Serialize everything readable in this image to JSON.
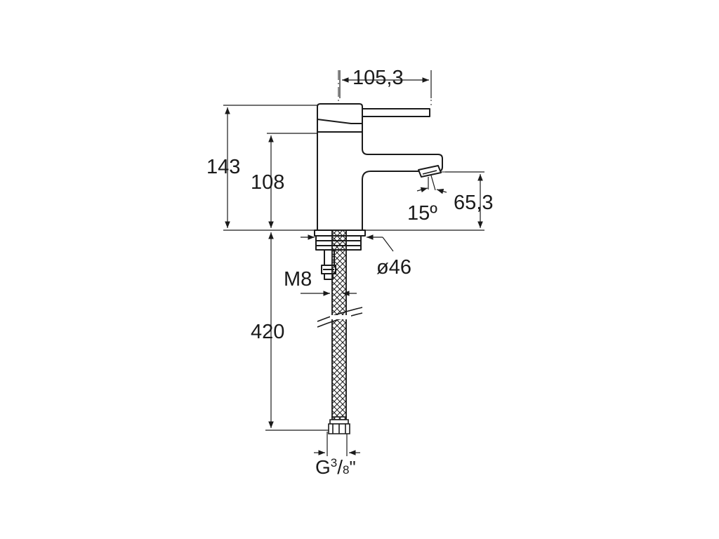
{
  "dimensions": {
    "spout_reach": "105,3",
    "total_height": "143",
    "body_height": "108",
    "outlet_height": "65,3",
    "spout_angle": "15º",
    "base_diameter": "ø46",
    "stud_thread": "M8",
    "hose_length": "420"
  },
  "connection_thread": {
    "prefix": "G",
    "numerator": "3",
    "slash": "/",
    "denominator": "8",
    "unit": "\""
  },
  "colors": {
    "line": "#1a1a1a",
    "background": "#ffffff"
  }
}
